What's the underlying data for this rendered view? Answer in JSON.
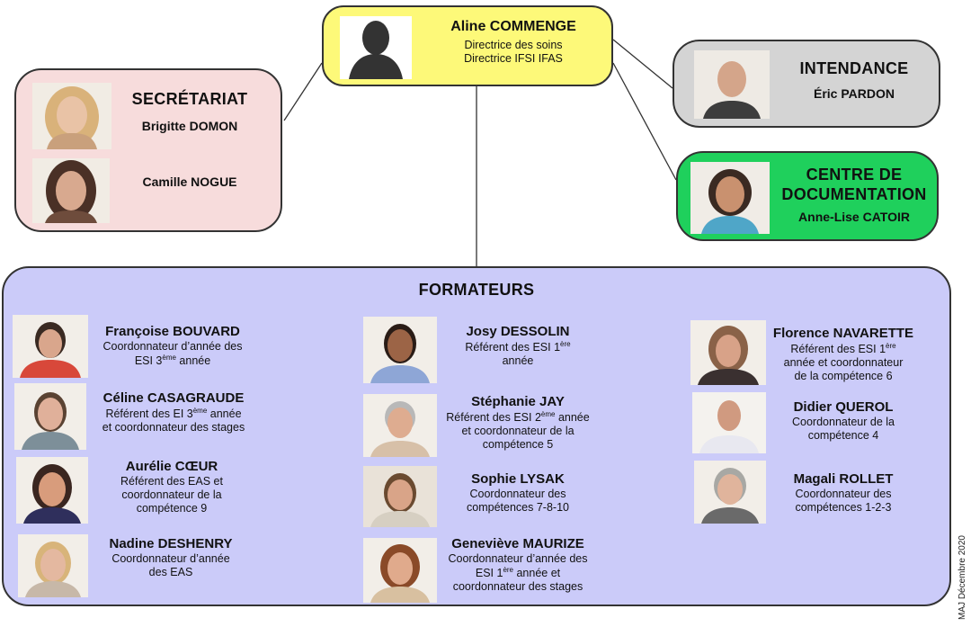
{
  "director": {
    "name": "Aline COMMENGE",
    "role_1": "Directrice des soins",
    "role_2": "Directrice IFSI IFAS"
  },
  "secretariat": {
    "title": "SECRÉTARIAT",
    "members": [
      "Brigitte DOMON",
      "Camille NOGUE"
    ]
  },
  "intendance": {
    "title": "INTENDANCE",
    "member": "Éric PARDON"
  },
  "cdi": {
    "title_1": "CENTRE DE",
    "title_2": "DOCUMENTATION",
    "member": "Anne-Lise CATOIR"
  },
  "formateurs": {
    "title": "FORMATEURS",
    "col1": [
      {
        "name": "Françoise BOUVARD",
        "l1": "Coordonnateur d’année des",
        "l2a": "ESI 3",
        "l2sup": "ème",
        "l2b": " année"
      },
      {
        "name": "Céline CASAGRAUDE",
        "l1a": "Référent des EI 3",
        "l1sup": "ème",
        "l1b": " année",
        "l2": "et coordonnateur des stages"
      },
      {
        "name": "Aurélie CŒUR",
        "l1": "Référent des EAS et",
        "l2": "coordonnateur de la",
        "l3": "compétence 9"
      },
      {
        "name": "Nadine DESHENRY",
        "l1": "Coordonnateur d’année",
        "l2": "des EAS"
      }
    ],
    "col2": [
      {
        "name": "Josy DESSOLIN",
        "l1a": "Référent des ESI 1",
        "l1sup": "ère",
        "l2": "année"
      },
      {
        "name": "Stéphanie JAY",
        "l1a": "Référent des ESI 2",
        "l1sup": "ème",
        "l1b": " année",
        "l2": "et coordonnateur de la",
        "l3": "compétence 5"
      },
      {
        "name": "Sophie LYSAK",
        "l1": "Coordonnateur des",
        "l2": "compétences 7-8-10"
      },
      {
        "name": "Geneviève MAURIZE",
        "l1": "Coordonnateur d’année des",
        "l2a": "ESI 1",
        "l2sup": "ère",
        "l2b": " année et",
        "l3": "coordonnateur des stages"
      }
    ],
    "col3": [
      {
        "name": "Florence NAVARETTE",
        "l1a": "Référent des ESI 1",
        "l1sup": "ère",
        "l2": "année et coordonnateur",
        "l3": "de la compétence 6"
      },
      {
        "name": "Didier QUEROL",
        "l1": "Coordonnateur de la",
        "l2": "compétence 4"
      },
      {
        "name": "Magali ROLLET",
        "l1": "Coordonnateur des",
        "l2": "compétences 1-2-3"
      }
    ]
  },
  "footer": {
    "maj": "MAJ Décembre 2020"
  },
  "colors": {
    "director_bg": "#fdf979",
    "secretariat_bg": "#f7dcdc",
    "intendance_bg": "#d4d4d4",
    "cdi_bg": "#1fd05c",
    "formateurs_bg": "#cbcbf9"
  }
}
